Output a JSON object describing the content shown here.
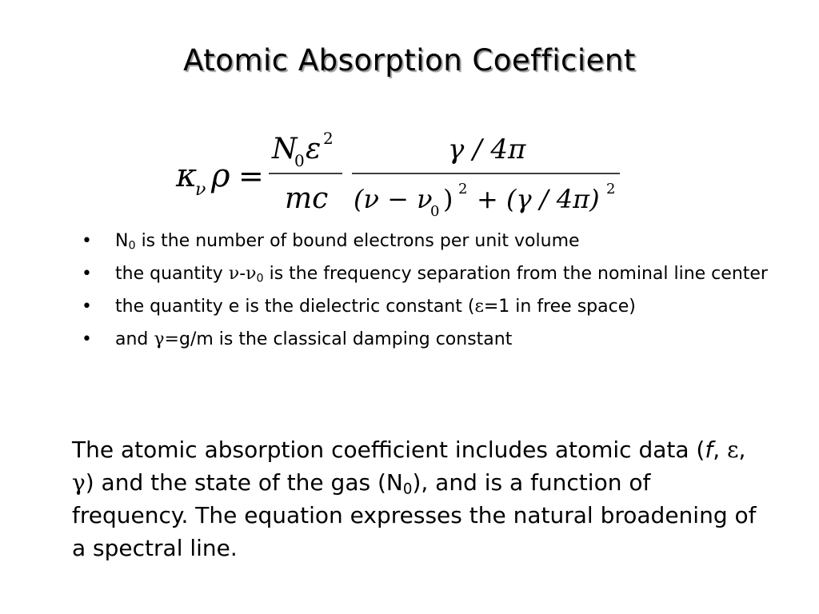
{
  "title": "Atomic Absorption Coefficient",
  "equation": {
    "lhs_kappa": "κ",
    "lhs_nu": "ν",
    "lhs_rho": "ρ",
    "equals": "=",
    "frac1_num_N": "N",
    "frac1_num_sub": "0",
    "frac1_num_eps": "ε",
    "frac1_num_sup": "2",
    "frac1_den": "mc",
    "frac2_num": "γ / 4π",
    "frac2_den_part1": "(ν − ν",
    "frac2_den_sub": "0",
    "frac2_den_part2": ")",
    "frac2_den_sup1": "2",
    "frac2_den_part3": "+ (γ / 4π)",
    "frac2_den_sup2": "2"
  },
  "bullets": [
    {
      "bullet": "•",
      "pre": "N",
      "sub": "0",
      "text": " is the number of bound electrons per unit volume"
    },
    {
      "bullet": "•",
      "pre": "the quantity ",
      "sym1": "ν",
      "dash": "-",
      "sym2": "ν",
      "sub": "0",
      "text": " is the frequency separation from the nominal line center"
    },
    {
      "bullet": "•",
      "pre": "the quantity e is the dielectric constant (",
      "sym": "ε",
      "text": "=1 in free space)"
    },
    {
      "bullet": "•",
      "pre": "and ",
      "sym": "γ=",
      "text": "g/m is the classical damping constant"
    }
  ],
  "summary": {
    "part1": "The atomic absorption coefficient includes atomic data (",
    "f": "f",
    "comma1": ", ",
    "eps": "ε",
    "comma2": ", ",
    "gamma": "γ",
    "part2": ") and the state of the gas (N",
    "sub": "0",
    "part3": "), and is a function of frequency.  The equation expresses the natural broadening of a spectral line."
  }
}
